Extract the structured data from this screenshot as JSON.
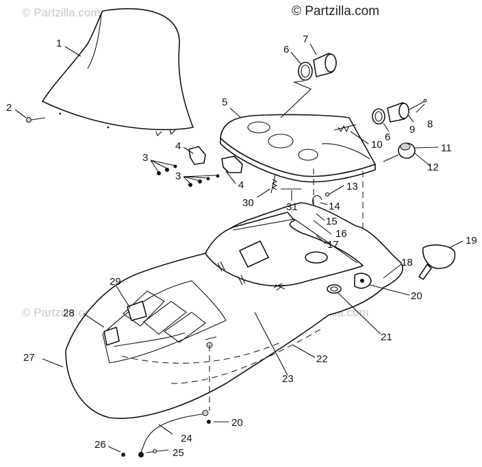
{
  "copyright": "© Partzilla.com",
  "watermarks": [
    "© Partzilla.com",
    "© Partzilla.com",
    "© Partzilla.com"
  ],
  "callouts": {
    "c1": "1",
    "c2": "2",
    "c3a": "3",
    "c3b": "3",
    "c4a": "4",
    "c4b": "4",
    "c5": "5",
    "c6a": "6",
    "c6b": "6",
    "c7": "7",
    "c8": "8",
    "c9": "9",
    "c10": "10",
    "c11": "11",
    "c12": "12",
    "c13": "13",
    "c14": "14",
    "c15": "15",
    "c16": "16",
    "c17": "17",
    "c18": "18",
    "c19": "19",
    "c20a": "20",
    "c20b": "20",
    "c21": "21",
    "c22": "22",
    "c23": "23",
    "c24": "24",
    "c25": "25",
    "c26": "26",
    "c27": "27",
    "c28": "28",
    "c29": "29",
    "c30": "30",
    "c31": "31"
  }
}
